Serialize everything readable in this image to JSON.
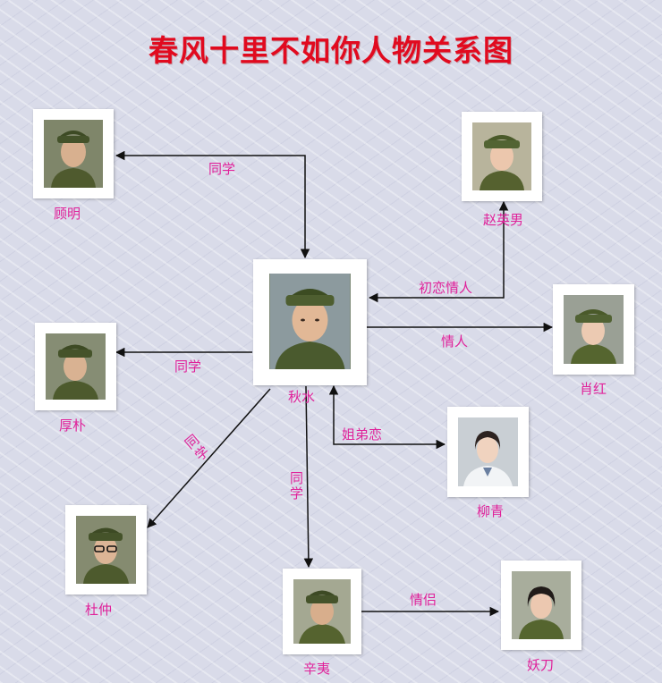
{
  "title": "春风十里不如你人物关系图",
  "people": {
    "guming": "顾明",
    "zhaoyingnan": "赵英男",
    "qiushui": "秋水",
    "xiaohong": "肖红",
    "houpu": "厚朴",
    "liuqing": "柳青",
    "duzhong": "杜仲",
    "xinyi": "辛夷",
    "yaodao": "妖刀"
  },
  "relations": {
    "qiushui_guming": "同学",
    "qiushui_zhaoyingnan": "初恋情人",
    "qiushui_xiaohong": "情人",
    "qiushui_houpu": "同学",
    "qiushui_liuqing": "姐弟恋",
    "qiushui_duzhong": "同学",
    "qiushui_xinyi": "同学",
    "xinyi_yaodao": "情侣"
  },
  "colors": {
    "title": "#e10a1f",
    "label": "#e0219a",
    "arrow": "#111111"
  }
}
